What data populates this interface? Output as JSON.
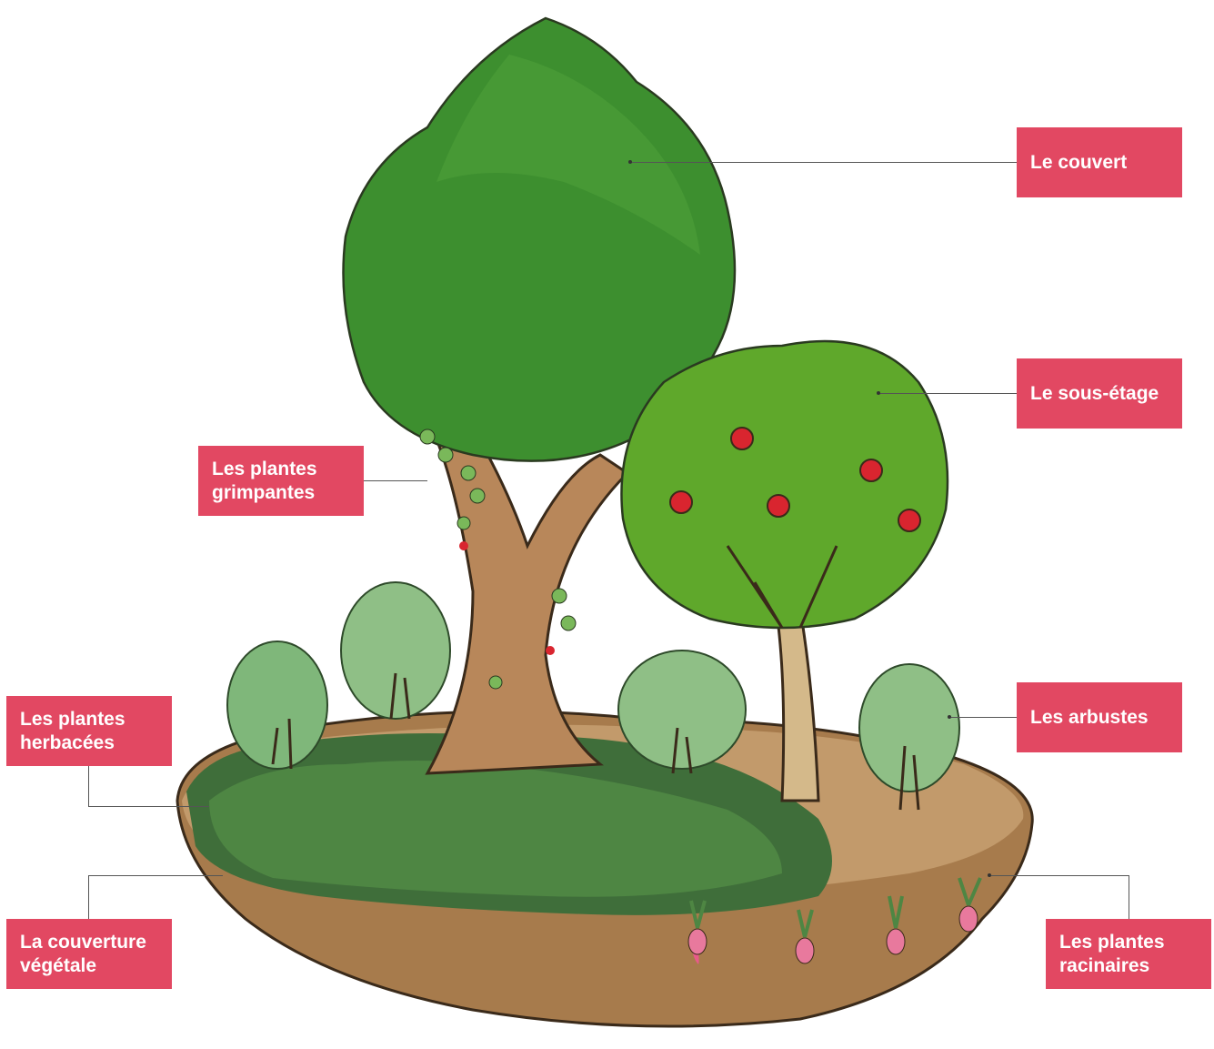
{
  "colors": {
    "label_bg": "#e24862",
    "label_text": "#ffffff",
    "canopy_dark": "#3d8f2f",
    "canopy_light": "#5fa82b",
    "trunk": "#b8875a",
    "soil": "#a77b4c",
    "apple": "#d9252f"
  },
  "labels": {
    "canopy": {
      "line1": "Le couvert"
    },
    "understory": {
      "line1": "Le sous-étage"
    },
    "climbers": {
      "line1": "Les plantes",
      "line2": "grimpantes"
    },
    "shrubs": {
      "line1": "Les arbustes"
    },
    "herbaceous": {
      "line1": "Les plantes",
      "line2": "herbacées"
    },
    "groundcover": {
      "line1": "La couverture",
      "line2": "végétale"
    },
    "roots": {
      "line1": "Les plantes",
      "line2": "racinaires"
    }
  }
}
